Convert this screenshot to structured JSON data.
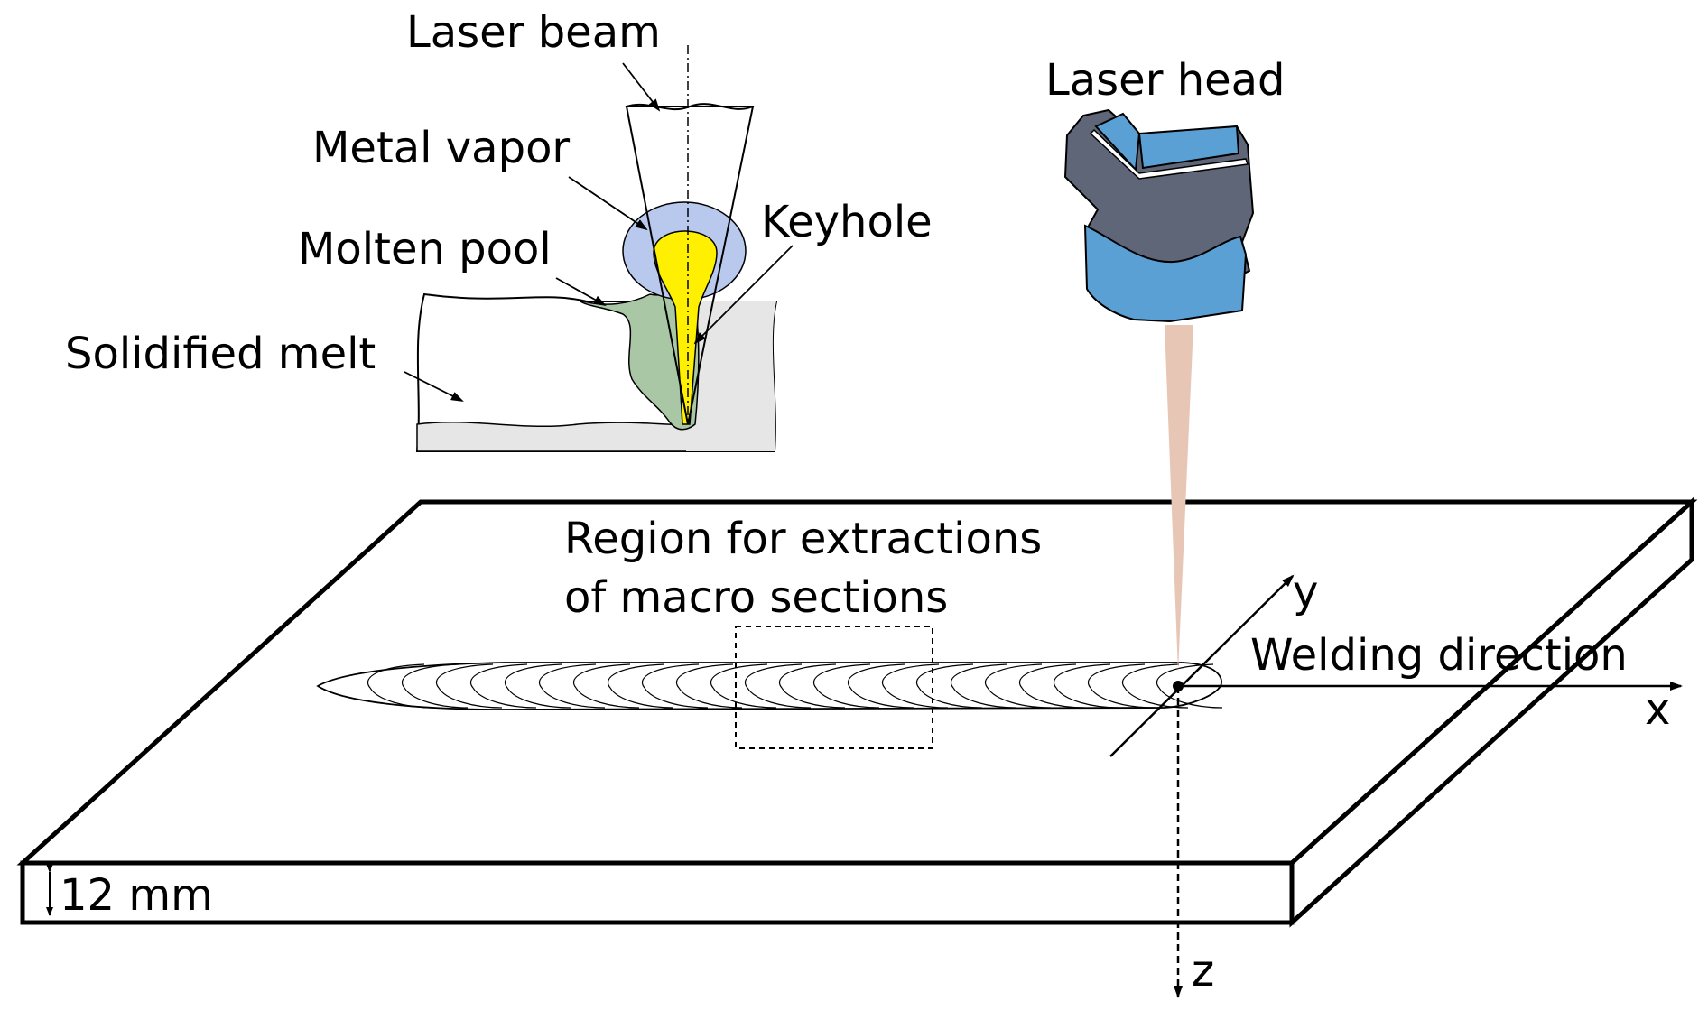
{
  "labels": {
    "laser_beam": "Laser beam",
    "metal_vapor": "Metal vapor",
    "keyhole": "Keyhole",
    "molten_pool": "Molten pool",
    "solidified_melt": "Solidified melt",
    "laser_head": "Laser head",
    "region_line1": "Region for extractions",
    "region_line2": "of macro sections",
    "welding_direction": "Welding direction",
    "thickness": "12 mm",
    "axis_x": "x",
    "axis_y": "y",
    "axis_z": "z"
  },
  "colors": {
    "metal_vapor": "#b9c9ee",
    "keyhole": "#ffef00",
    "molten_pool": "#a9c7a4",
    "solidified_melt": "#e6e6e6",
    "laser_head_blue": "#5aa0d4",
    "laser_head_grey": "#5f6678",
    "beam": "#e8c6b6",
    "outline": "#000000"
  }
}
